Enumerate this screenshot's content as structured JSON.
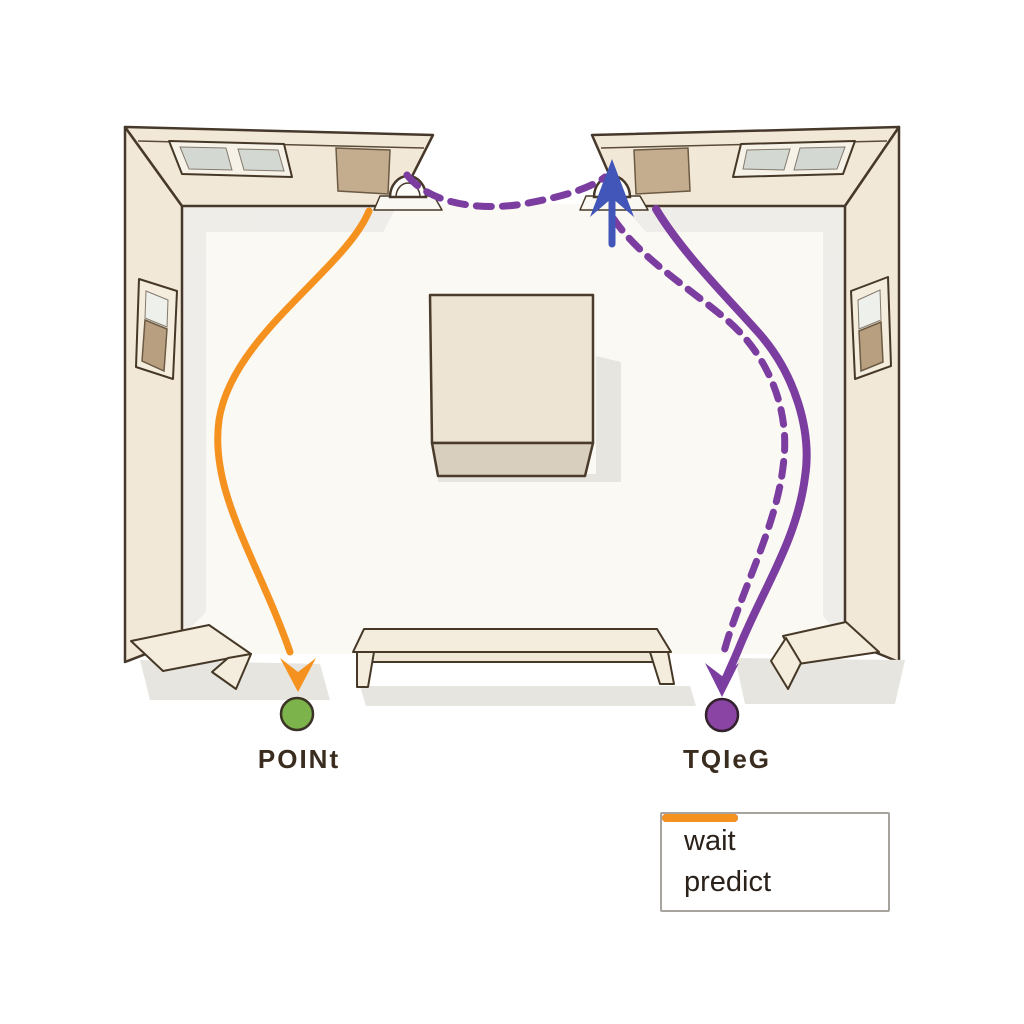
{
  "labels": {
    "start_point": "POINt",
    "target_point": "TQIeG"
  },
  "legend": {
    "items": [
      {
        "label": "wait",
        "color": "#4156b8"
      },
      {
        "label": "predict",
        "color": "#f5921f"
      }
    ]
  },
  "markers": {
    "start": {
      "color": "#7cb34a"
    },
    "target": {
      "color": "#8944a4"
    }
  },
  "trajectories": {
    "predict": {
      "color": "#f5921f",
      "style": "solid"
    },
    "wait": {
      "color": "#4156b8",
      "style": "arrow-up"
    },
    "observed": {
      "color": "#7c3da0",
      "style": "dashed-and-solid"
    }
  }
}
